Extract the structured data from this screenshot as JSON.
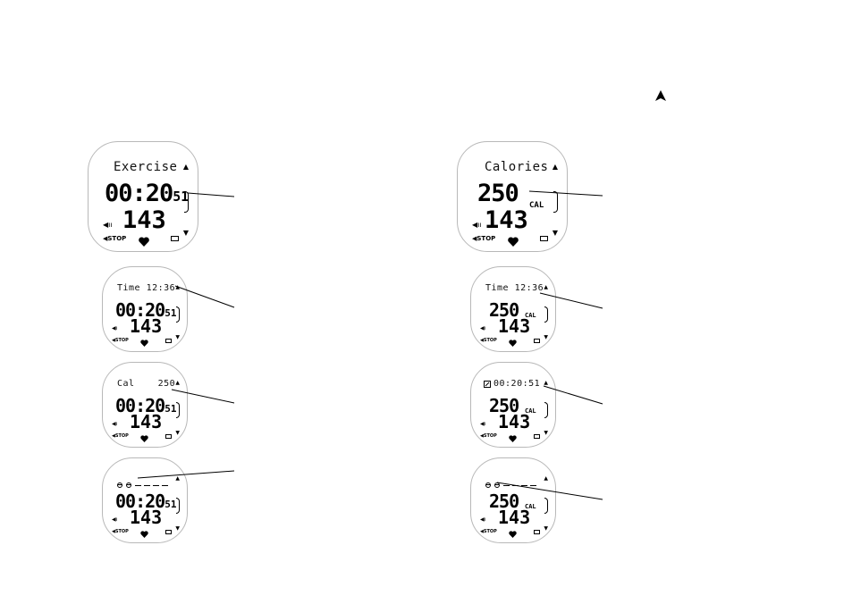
{
  "page": {
    "nav_arrow_icon": "arrow-up-icon"
  },
  "left_column": [
    {
      "title": "Exercise",
      "main": "00:20",
      "main_sub": "51",
      "hr": "143",
      "unit": "",
      "stop": "◀STOP"
    },
    {
      "title": "Time 12:36",
      "main": "00:20",
      "main_sub": "51",
      "hr": "143",
      "unit": "",
      "stop": "◀STOP"
    },
    {
      "title": "Cal    250",
      "main": "00:20",
      "main_sub": "51",
      "hr": "143",
      "unit": "",
      "stop": "◀STOP"
    },
    {
      "title": "",
      "main": "00:20",
      "main_sub": "51",
      "hr": "143",
      "unit": "",
      "stop": "◀STOP",
      "dots": true
    }
  ],
  "right_column": [
    {
      "title": "Calories",
      "main": "250",
      "main_sub": "",
      "hr": "143",
      "unit": "CAL",
      "stop": "◀STOP"
    },
    {
      "title": "Time 12:36",
      "main": "250",
      "main_sub": "",
      "hr": "143",
      "unit": "CAL",
      "stop": "◀STOP"
    },
    {
      "title": "00:20:51",
      "main": "250",
      "main_sub": "",
      "hr": "143",
      "unit": "CAL",
      "stop": "◀STOP",
      "stopwatch_icon": true
    },
    {
      "title": "",
      "main": "250",
      "main_sub": "",
      "hr": "143",
      "unit": "CAL",
      "stop": "◀STOP",
      "dots": true
    }
  ],
  "icons": {
    "heart": "heart-icon",
    "battery": "battery-icon",
    "sound": "sound-icon",
    "up": "arrow-up-icon",
    "down": "arrow-down-icon"
  }
}
